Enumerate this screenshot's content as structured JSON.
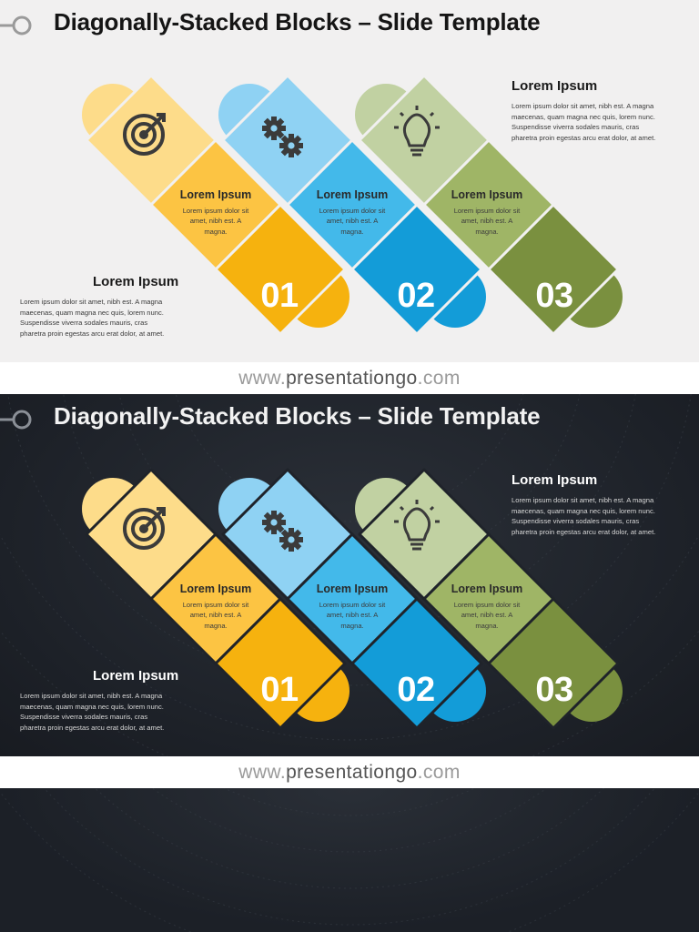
{
  "slide_title": "Diagonally-Stacked Blocks – Slide Template",
  "side_notes": {
    "top_right": {
      "heading": "Lorem Ipsum",
      "lines": [
        "Lorem ipsum dolor sit amet, nibh est. A magna",
        "maecenas, quam magna nec quis, lorem nunc.",
        "Suspendisse viverra sodales mauris, cras",
        "pharetra proin egestas arcu erat dolor, at amet."
      ]
    },
    "bottom_left": {
      "heading": "Lorem Ipsum",
      "lines": [
        "Lorem ipsum dolor sit amet, nibh est. A magna",
        "maecenas, quam magna nec quis, lorem nunc.",
        "Suspendisse viverra sodales mauris, cras",
        "pharetra proin egestas arcu erat dolor, at amet."
      ]
    }
  },
  "blocks": [
    {
      "number": "01",
      "icon": "target-icon",
      "heading": "Lorem Ipsum",
      "lines": [
        "Lorem ipsum dolor sit",
        "amet, nibh est. A",
        "magna."
      ],
      "colors": {
        "light": "#fddc8a",
        "mid": "#fcc443",
        "dark": "#f6b20e"
      }
    },
    {
      "number": "02",
      "icon": "gears-icon",
      "heading": "Lorem Ipsum",
      "lines": [
        "Lorem ipsum dolor sit",
        "amet, nibh est. A",
        "magna."
      ],
      "colors": {
        "light": "#8fd2f3",
        "mid": "#43b9ea",
        "dark": "#139cd8"
      }
    },
    {
      "number": "03",
      "icon": "lightbulb-icon",
      "heading": "Lorem Ipsum",
      "lines": [
        "Lorem ipsum dolor sit",
        "amet, nibh est. A",
        "magna."
      ],
      "colors": {
        "light": "#c1d1a2",
        "mid": "#9fb566",
        "dark": "#7a903f"
      }
    }
  ],
  "footer": {
    "prefix": "www.",
    "brand": "presentationgo",
    "suffix": ".com"
  }
}
